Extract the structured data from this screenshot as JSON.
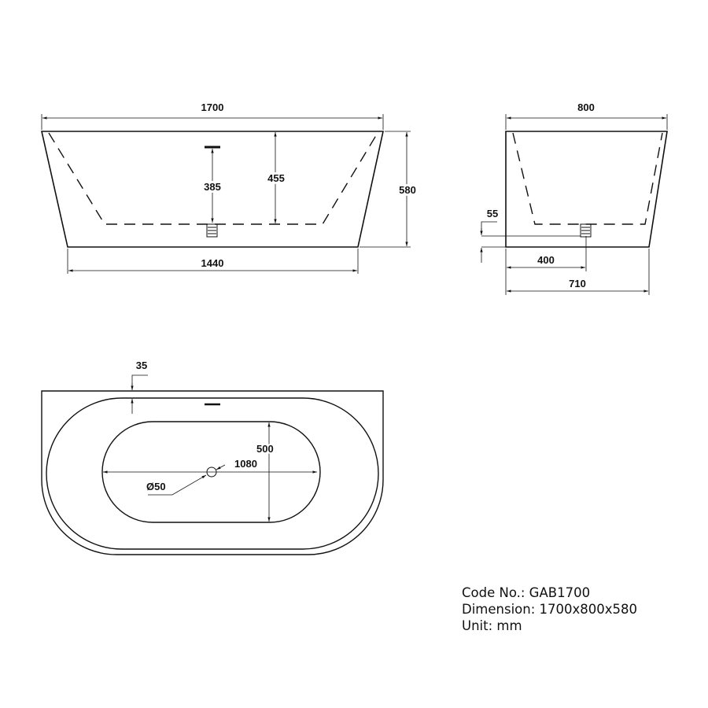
{
  "front_view": {
    "top_width": "1700",
    "bottom_width": "1440",
    "height": "580",
    "inner_depth": "455",
    "overflow_to_waste": "385"
  },
  "side_view": {
    "top_width": "800",
    "bottom_width": "710",
    "waste_offset": "400",
    "waste_height": "55"
  },
  "plan_view": {
    "rim_offset": "35",
    "inner_length": "1080",
    "inner_width": "500",
    "waste_diameter": "Ø50"
  },
  "spec": {
    "code_line": "Code No.: GAB1700",
    "dimension_line": "Dimension: 1700x800x580",
    "unit_line": "Unit: mm"
  },
  "colors": {
    "line": "#111111",
    "background": "#ffffff"
  }
}
